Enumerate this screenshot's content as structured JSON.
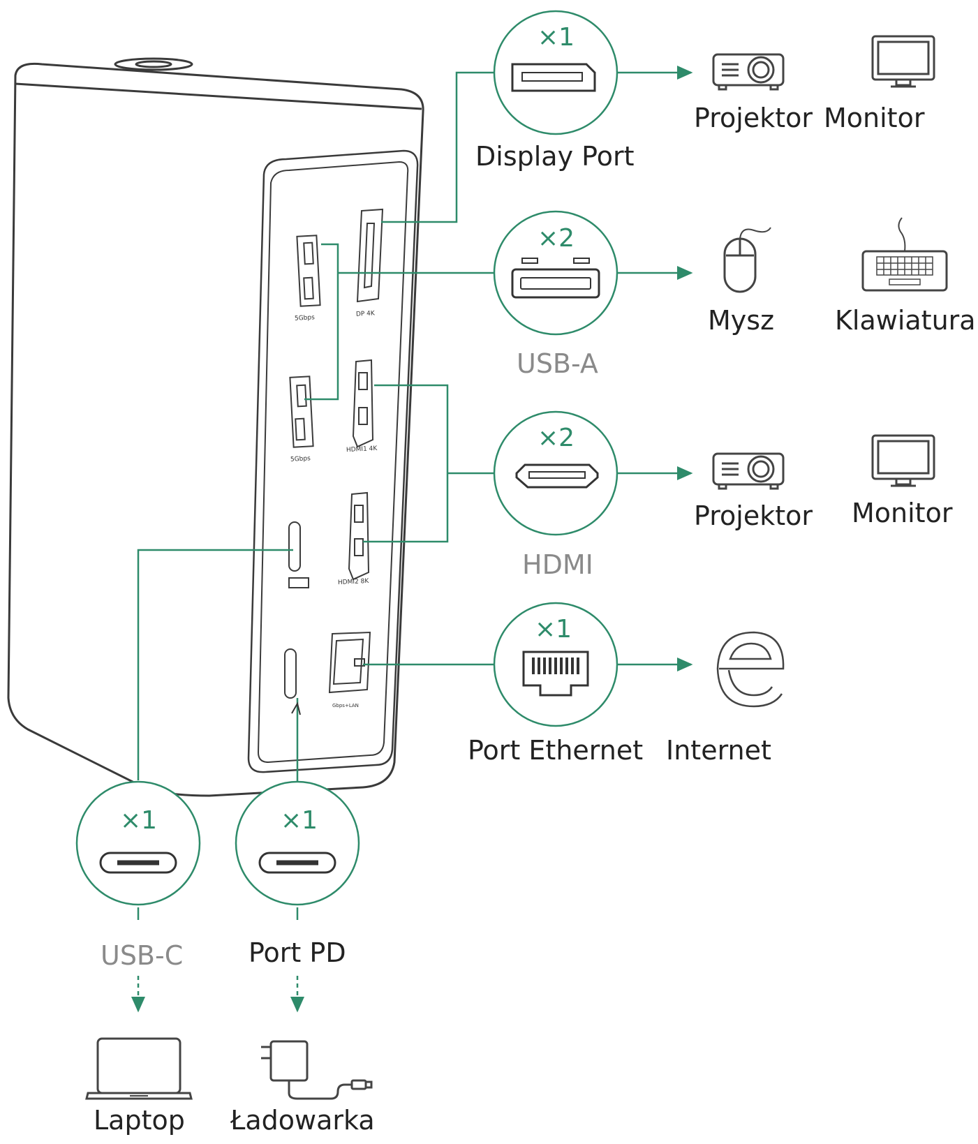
{
  "colors": {
    "accent": "#2e8b6a",
    "outline": "#3a3a3a",
    "gray_label": "#8a8a8a"
  },
  "device": {
    "port_labels": {
      "usb_top": "5Gbps",
      "dp": "DP 4K",
      "usb_bottom": "5Gbps",
      "hdmi1": "HDMI1 4K",
      "hdmi2": "HDMI2 8K",
      "lan": "Gbps+LAN"
    }
  },
  "ports": {
    "display_port": {
      "count": "×1",
      "label": "Display Port",
      "icon": "displayport-connector-icon",
      "devices": [
        "Projektor",
        "Monitor"
      ]
    },
    "usb_a": {
      "count": "×2",
      "label": "USB-A",
      "icon": "usb-a-connector-icon",
      "devices": [
        "Mysz",
        "Klawiatura"
      ]
    },
    "hdmi": {
      "count": "×2",
      "label": "HDMI",
      "icon": "hdmi-connector-icon",
      "devices": [
        "Projektor",
        "Monitor"
      ]
    },
    "ethernet": {
      "count": "×1",
      "label": "Port Ethernet",
      "icon": "rj45-connector-icon",
      "device": "Internet"
    },
    "usb_c": {
      "count": "×1",
      "label": "USB-C",
      "icon": "usb-c-connector-icon",
      "device": "Laptop"
    },
    "pd": {
      "count": "×1",
      "label": "Port PD",
      "icon": "usb-c-connector-icon",
      "device": "Ładowarka"
    }
  }
}
